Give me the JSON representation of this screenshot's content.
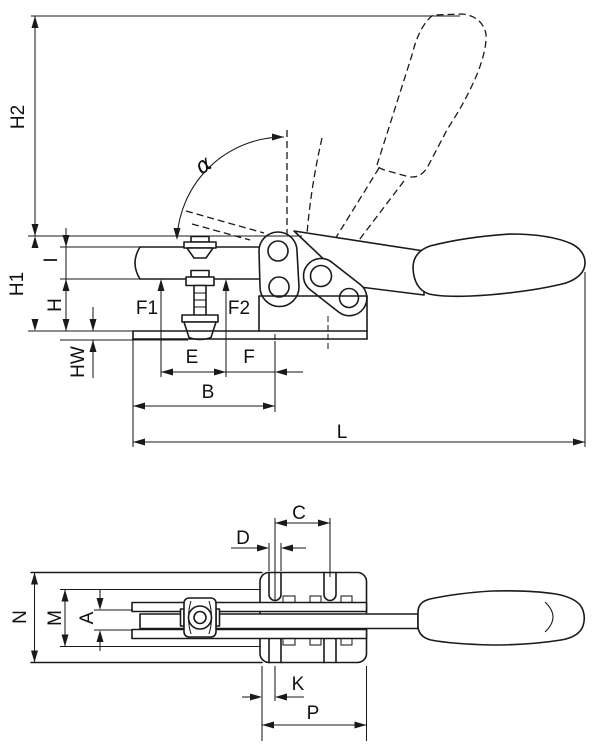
{
  "labels": {
    "side": {
      "h2": "H2",
      "h1": "H1",
      "i": "I",
      "h": "H",
      "hw": "HW",
      "f1": "F1",
      "f2": "F2",
      "e": "E",
      "f": "F",
      "b": "B",
      "l": "L",
      "alpha": "α"
    },
    "plan": {
      "n": "N",
      "m": "M",
      "a": "A",
      "c": "C",
      "d": "D",
      "k": "K",
      "p": "P"
    }
  },
  "colors": {
    "line": "#1a1a1a",
    "background": "#ffffff"
  }
}
